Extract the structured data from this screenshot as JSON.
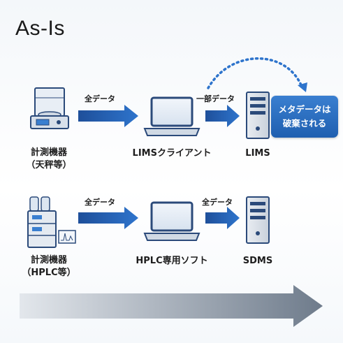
{
  "title": "As-Is",
  "row1": {
    "source_label_line1": "計測機器",
    "source_label_line2": "（天秤等）",
    "arrow1_label": "全データ",
    "client_label": "LIMSクライアント",
    "arrow2_label": "一部データ",
    "server_label": "LIMS",
    "discard_line1": "メタデータは",
    "discard_line2": "破棄される"
  },
  "row2": {
    "source_label_line1": "計測機器",
    "source_label_line2": "（HPLC等）",
    "arrow1_label": "全データ",
    "client_label": "HPLC専用ソフト",
    "arrow2_label": "全データ",
    "server_label": "SDMS"
  },
  "colors": {
    "arrow_blue": "#1f5fb0",
    "badge_blue": "#2a6cc0",
    "device_outline": "#2b4a7a",
    "timeline_gray": "#7d8a99"
  },
  "icons": [
    "balance-icon",
    "laptop-icon",
    "server-icon",
    "hplc-icon"
  ]
}
